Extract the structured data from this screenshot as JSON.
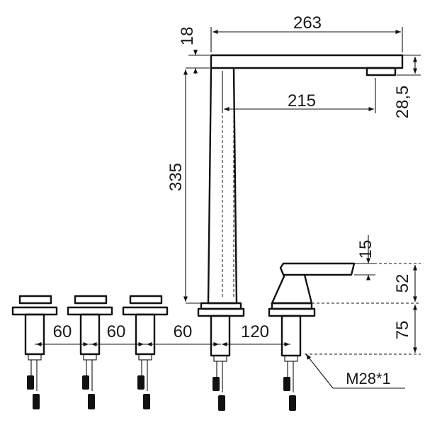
{
  "dimensions": {
    "spout_reach": "263",
    "spout_thickness": "18",
    "spout_offset": "215",
    "outlet_height": "28,5",
    "spout_height": "335",
    "lever_thickness": "15",
    "mixer_height": "52",
    "shank_length": "75",
    "spacing_1": "60",
    "spacing_2": "60",
    "spacing_3": "60",
    "spacing_4": "120"
  },
  "thread_note": "M28*1"
}
